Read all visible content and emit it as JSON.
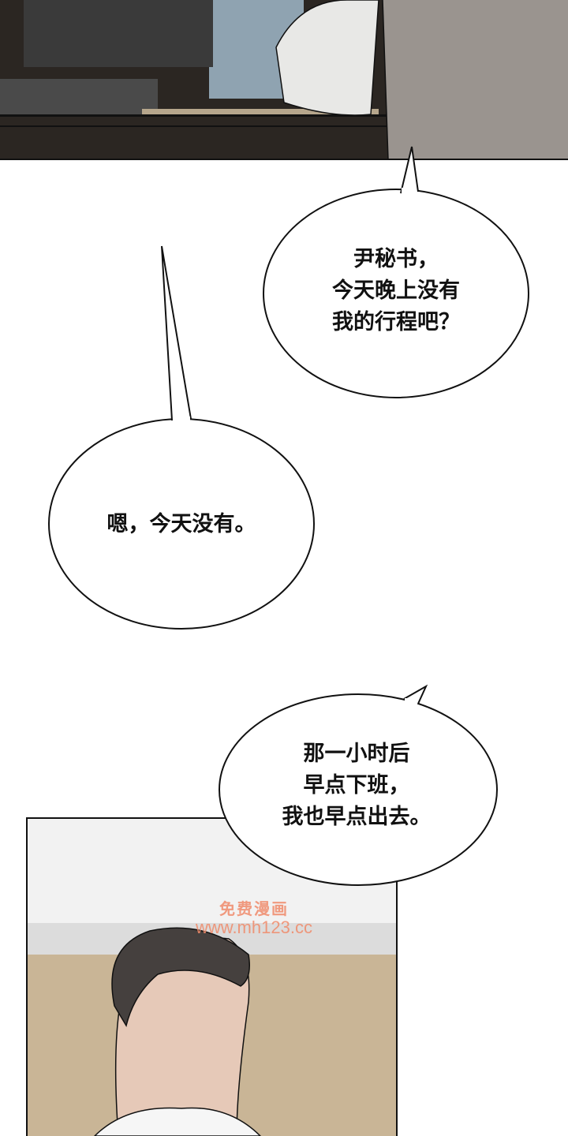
{
  "bubbles": [
    {
      "lines": [
        "尹秘书，",
        "今天晚上没有",
        "我的行程吧？"
      ]
    },
    {
      "lines": [
        "嗯，今天没有。"
      ]
    },
    {
      "lines": [
        "那一小时后",
        "早点下班，",
        "我也早点出去。"
      ]
    }
  ],
  "watermark": {
    "line1": "免费漫画",
    "line2": "www.mh123.cc"
  },
  "colors": {
    "desk": "#2b2622",
    "sky": "#8fa3b1",
    "coat": "#9a948f",
    "watermark": "#f08a6a"
  }
}
